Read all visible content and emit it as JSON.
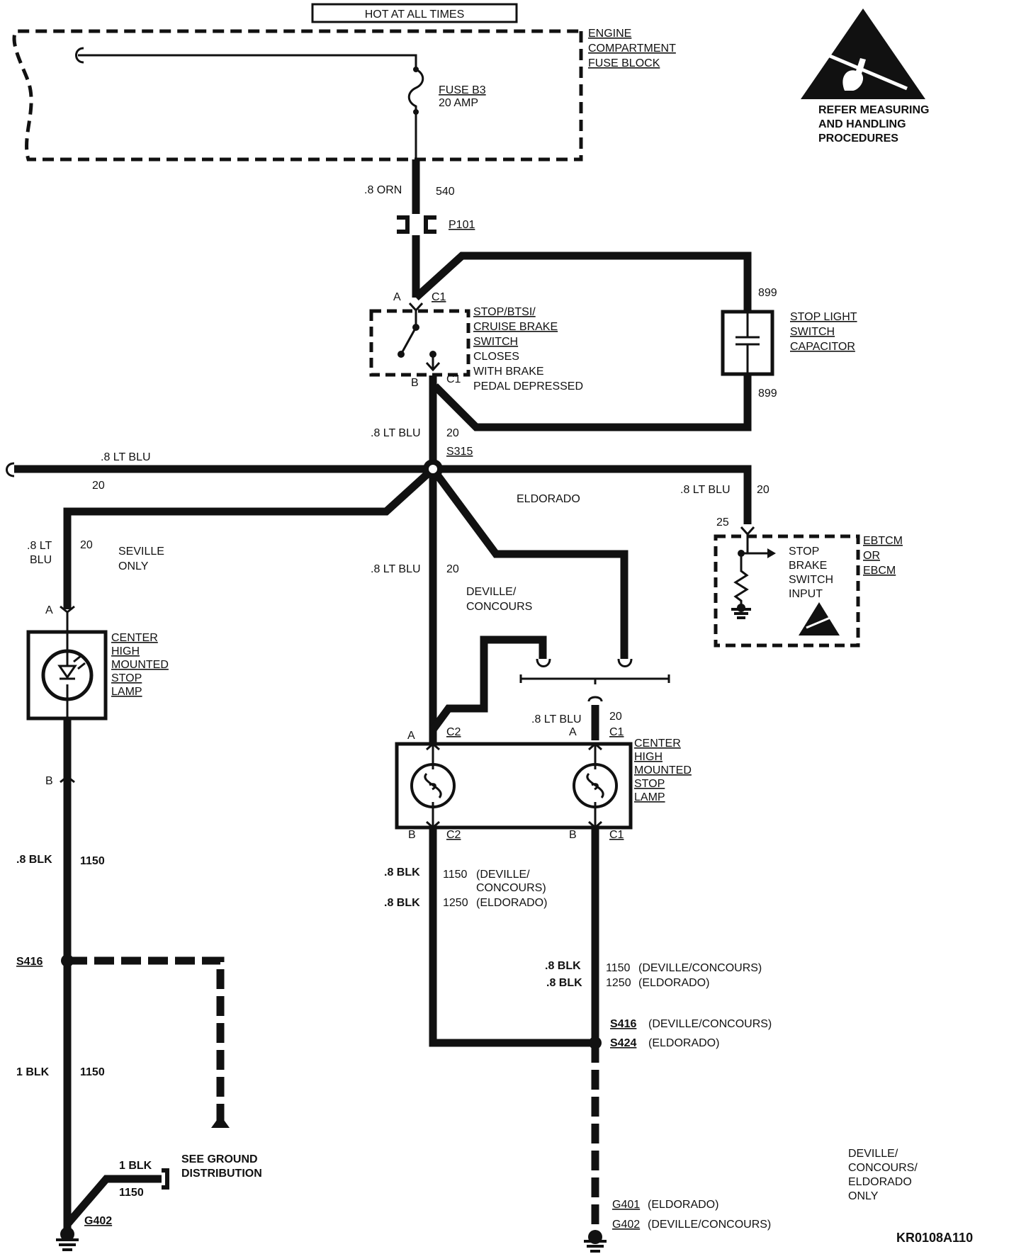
{
  "header": {
    "hot_label": "HOT AT ALL TIMES"
  },
  "fuse_block": {
    "name_lines": [
      "ENGINE",
      "COMPARTMENT",
      "FUSE BLOCK"
    ],
    "fuse_name": "FUSE B3",
    "fuse_rating": "20 AMP"
  },
  "esd_notice": {
    "lines": [
      "REFER MEASURING",
      "AND HANDLING",
      "PROCEDURES"
    ]
  },
  "wires": {
    "orn_gauge": ".8 ORN",
    "orn_circuit": "540",
    "connector_p101": "P101",
    "cap_circuit_top": "899",
    "cap_circuit_bottom": "899",
    "blu_gauge_main": ".8 LT BLU",
    "blu_circuit_main": "20",
    "splice_s315": "S315",
    "left_branch_gauge": ".8 LT BLU",
    "left_branch_circuit": "20",
    "right_branch_gauge": ".8 LT BLU",
    "right_branch_circuit": "20",
    "ebtcm_pin": "25",
    "seville_gauge_lines": [
      ".8 LT",
      "BLU"
    ],
    "seville_circuit": "20",
    "center_gauge": ".8 LT BLU",
    "center_circuit": "20",
    "c1_gauge": ".8 LT BLU",
    "c1_circuit": "20"
  },
  "switch": {
    "pin_a": "A",
    "conn_c1_top": "C1",
    "pin_b": "B",
    "conn_c1_bottom": "C1",
    "name_lines": [
      "STOP/BTSI/",
      "CRUISE BRAKE",
      "SWITCH"
    ],
    "desc_lines": [
      "CLOSES",
      "WITH BRAKE",
      "PEDAL DEPRESSED"
    ]
  },
  "capacitor": {
    "name_lines": [
      "STOP LIGHT",
      "SWITCH",
      "CAPACITOR"
    ]
  },
  "variants": {
    "seville_lines": [
      "SEVILLE",
      "ONLY"
    ],
    "eldorado": "ELDORADO",
    "deville_lines": [
      "DEVILLE/",
      "CONCOURS"
    ],
    "footer_lines": [
      "DEVILLE/",
      "CONCOURS/",
      "ELDORADO",
      "ONLY"
    ]
  },
  "ebtcm": {
    "name_lines": [
      "EBTCM",
      "OR",
      "EBCM"
    ],
    "input_lines": [
      "STOP",
      "BRAKE",
      "SWITCH",
      "INPUT"
    ]
  },
  "seville_lamp": {
    "pin_a": "A",
    "pin_b": "B",
    "name_lines": [
      "CENTER",
      "HIGH",
      "MOUNTED",
      "STOP",
      "LAMP"
    ],
    "gnd_gauge": ".8 BLK",
    "gnd_circuit": "1150",
    "splice": "S416",
    "gnd_gauge2": "1 BLK",
    "gnd_circuit2": "1150",
    "stub_gauge": "1 BLK",
    "stub_circuit": "1150",
    "see_ground_lines": [
      "SEE GROUND",
      "DISTRIBUTION"
    ],
    "ground": "G402"
  },
  "dual_lamp": {
    "pin_a_left": "A",
    "conn_c2_top": "C2",
    "pin_a_right": "A",
    "conn_c1_top": "C1",
    "pin_b_left": "B",
    "conn_c2_bottom": "C2",
    "pin_b_right": "B",
    "conn_c1_bottom": "C1",
    "name_lines": [
      "CENTER",
      "HIGH",
      "MOUNTED",
      "STOP",
      "LAMP"
    ]
  },
  "ground_wires": {
    "left_gauge_1": ".8 BLK",
    "left_circuit_1": "1150",
    "left_desc_1": "(DEVILLE/",
    "left_desc_1b": "CONCOURS)",
    "left_gauge_2": ".8 BLK",
    "left_circuit_2": "1250",
    "left_desc_2": "(ELDORADO)",
    "right_gauge_1": ".8 BLK",
    "right_circuit_1": "1150",
    "right_desc_1": "(DEVILLE/CONCOURS)",
    "right_gauge_2": ".8 BLK",
    "right_circuit_2": "1250",
    "right_desc_2": "(ELDORADO)",
    "splice_a": "S416",
    "splice_a_desc": "(DEVILLE/CONCOURS)",
    "splice_b": "S424",
    "splice_b_desc": "(ELDORADO)",
    "ground_a": "G401",
    "ground_a_desc": "(ELDORADO)",
    "ground_b": "G402",
    "ground_b_desc": "(DEVILLE/CONCOURS)"
  },
  "diagram_id": "KR0108A110"
}
